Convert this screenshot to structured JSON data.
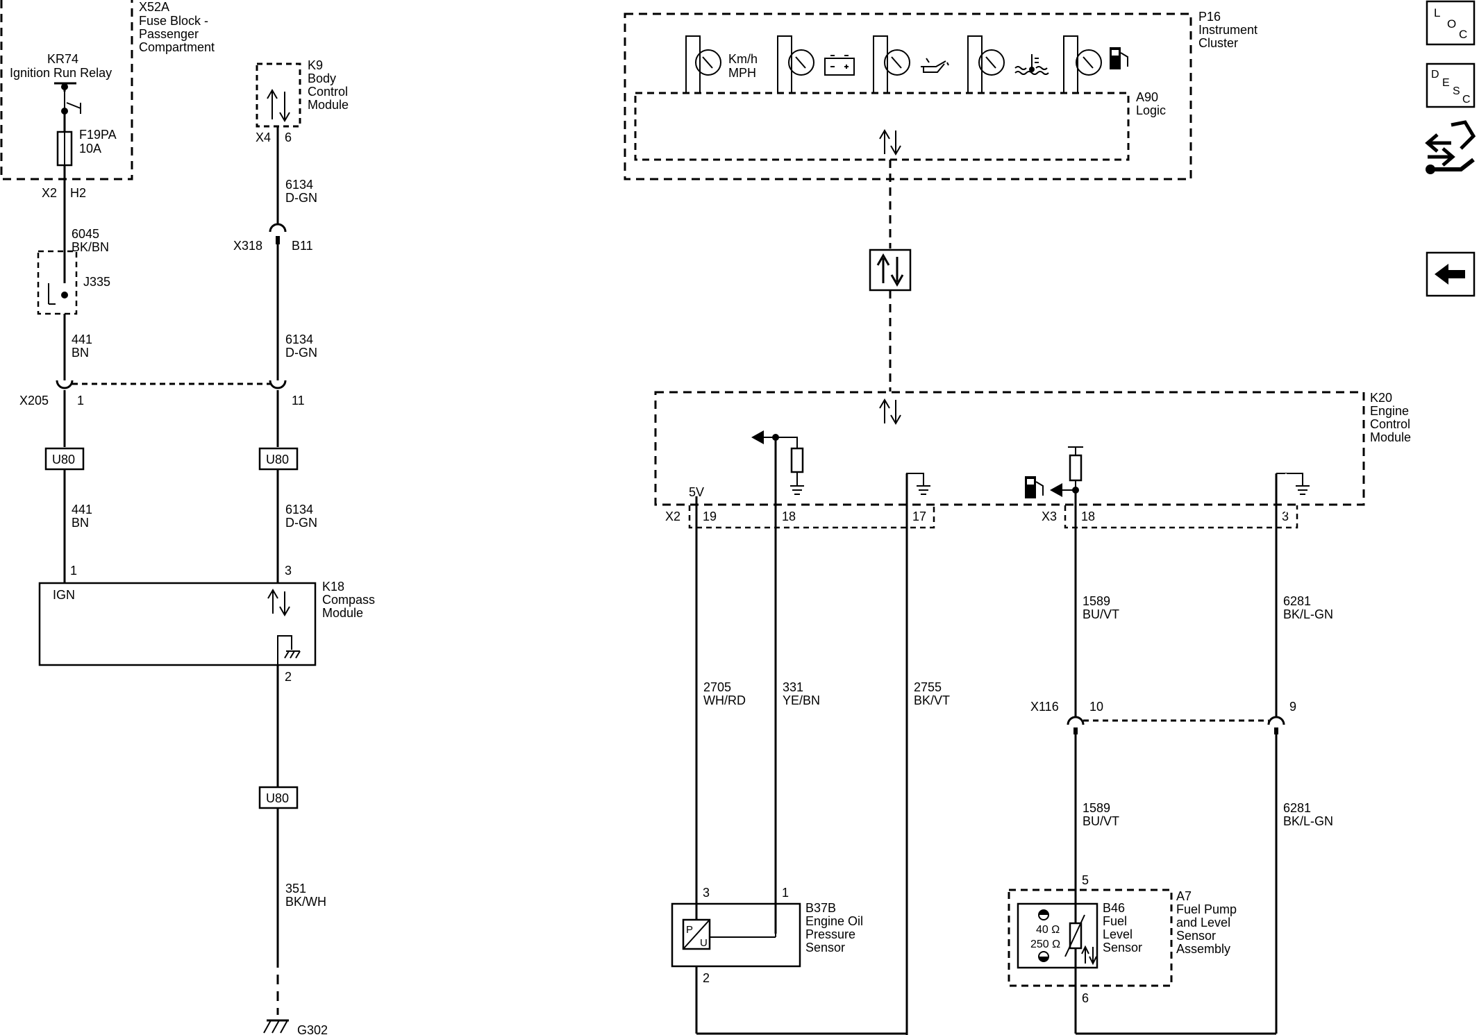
{
  "components": {
    "fuse_block": {
      "id": "X52A",
      "name_lines": [
        "Fuse Block -",
        "Passenger",
        "Compartment"
      ]
    },
    "relay": {
      "id": "KR74",
      "name": "Ignition Run Relay"
    },
    "fuse": {
      "id": "F19PA",
      "rating": "10A"
    },
    "bcm": {
      "id": "K9",
      "name_lines": [
        "Body",
        "Control",
        "Module"
      ]
    },
    "splice": {
      "id": "J335"
    },
    "compass": {
      "id": "K18",
      "name_lines": [
        "Compass",
        "Module"
      ],
      "ign_label": "IGN"
    },
    "ground": {
      "id": "G302"
    },
    "cluster": {
      "id": "P16",
      "name_lines": [
        "Instrument",
        "Cluster"
      ]
    },
    "logic": {
      "id": "A90",
      "name": "Logic"
    },
    "gauges": [
      {
        "icon": "speedometer-icon",
        "labels": [
          "Km/h",
          "MPH"
        ]
      },
      {
        "icon": "battery-icon",
        "labels": []
      },
      {
        "icon": "oil-can-icon",
        "labels": []
      },
      {
        "icon": "coolant-temp-icon",
        "labels": []
      },
      {
        "icon": "fuel-pump-icon",
        "labels": []
      }
    ],
    "ecm": {
      "id": "K20",
      "name_lines": [
        "Engine",
        "Control",
        "Module"
      ],
      "ref_voltage": "5V"
    },
    "oil_sensor": {
      "id": "B37B",
      "name_lines": [
        "Engine Oil",
        "Pressure",
        "Sensor"
      ],
      "letters": [
        "P",
        "U"
      ]
    },
    "fuel_assy": {
      "id": "A7",
      "name_lines": [
        "Fuel Pump",
        "and Level",
        "Sensor",
        "Assembly"
      ]
    },
    "fuel_sensor": {
      "id": "B46",
      "name_lines": [
        "Fuel",
        "Level",
        "Sensor"
      ],
      "ohm_full": "40 Ω",
      "ohm_empty": "250 Ω"
    },
    "serial_data": {
      "label": "U80"
    }
  },
  "connectors": {
    "x2_fuse": {
      "id": "X2",
      "pin": "H2"
    },
    "x4_bcm": {
      "id": "X4",
      "pin": "6"
    },
    "x318": {
      "id": "X318",
      "pin": "B11"
    },
    "x205": {
      "id": "X205",
      "pins": [
        "1",
        "11"
      ]
    },
    "compass_pins": [
      "1",
      "3",
      "2"
    ],
    "ecm_x2": {
      "id": "X2",
      "pins": [
        "19",
        "18",
        "17"
      ]
    },
    "ecm_x3": {
      "id": "X3",
      "pins": [
        "18",
        "3"
      ]
    },
    "x116": {
      "id": "X116",
      "pins": [
        "10",
        "9"
      ]
    },
    "oil_pins": [
      "3",
      "1",
      "2"
    ],
    "fuel_pins": [
      "5",
      "6"
    ]
  },
  "wires": {
    "w6045": {
      "circuit": "6045",
      "color": "BK/BN"
    },
    "w441a": {
      "circuit": "441",
      "color": "BN"
    },
    "w441b": {
      "circuit": "441",
      "color": "BN"
    },
    "w6134a": {
      "circuit": "6134",
      "color": "D-GN"
    },
    "w6134b": {
      "circuit": "6134",
      "color": "D-GN"
    },
    "w6134c": {
      "circuit": "6134",
      "color": "D-GN"
    },
    "w351": {
      "circuit": "351",
      "color": "BK/WH"
    },
    "w2705": {
      "circuit": "2705",
      "color": "WH/RD"
    },
    "w331": {
      "circuit": "331",
      "color": "YE/BN"
    },
    "w2755": {
      "circuit": "2755",
      "color": "BK/VT"
    },
    "w1589a": {
      "circuit": "1589",
      "color": "BU/VT"
    },
    "w1589b": {
      "circuit": "1589",
      "color": "BU/VT"
    },
    "w6281a": {
      "circuit": "6281",
      "color": "BK/L-GN"
    },
    "w6281b": {
      "circuit": "6281",
      "color": "BK/L-GN"
    }
  },
  "nav": {
    "loc": [
      "L",
      "O",
      "C"
    ],
    "desc": [
      "D",
      "E",
      "S",
      "C"
    ],
    "nav_icons": [
      "connector-end-view-icon",
      "back-arrow-icon"
    ]
  }
}
